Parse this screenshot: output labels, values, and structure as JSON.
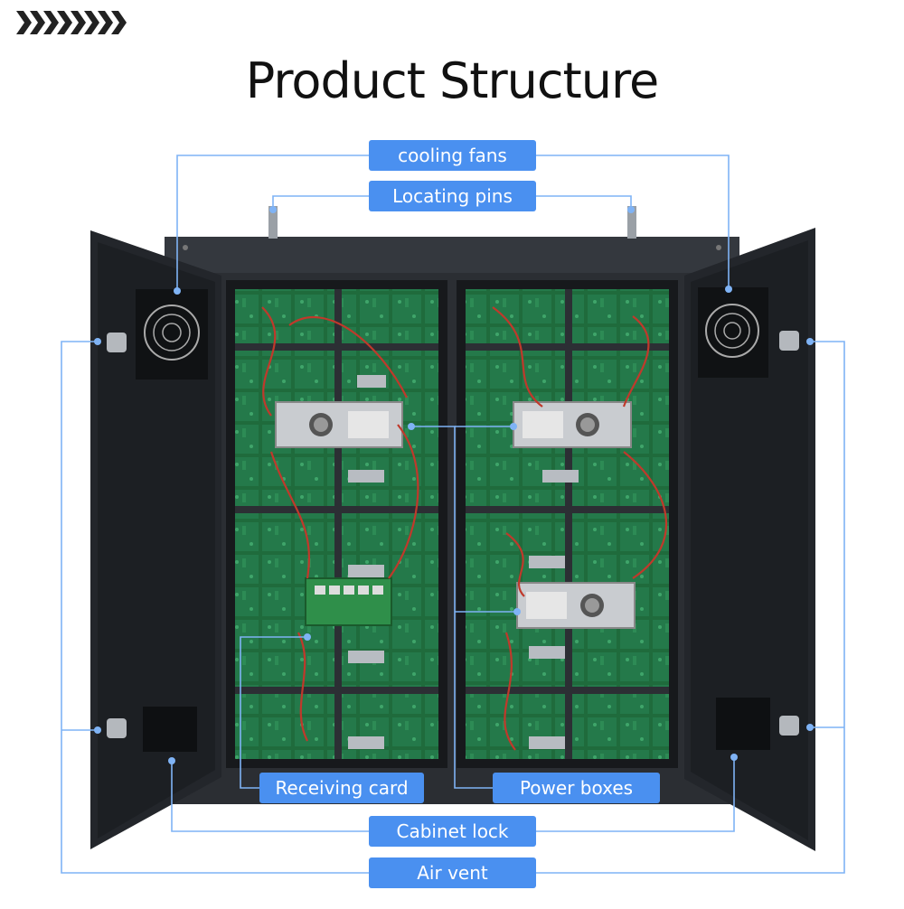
{
  "title": "Product Structure",
  "colors": {
    "label_bg": "#4a90f0",
    "connector": "#7fb3f5",
    "cabinet": "#2b2e33",
    "door": "#23262b",
    "pcb": "#1f6b3c"
  },
  "labels": {
    "cooling_fans": "cooling fans",
    "locating_pins": "Locating pins",
    "receiving_card": "Receiving card",
    "power_boxes": "Power boxes",
    "cabinet_lock": "Cabinet lock",
    "air_vent": "Air vent"
  }
}
